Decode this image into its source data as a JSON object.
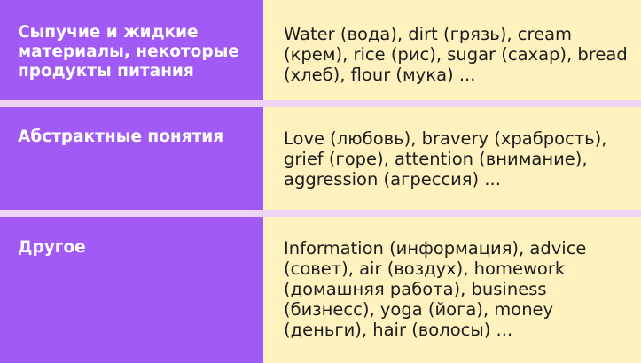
{
  "rows": [
    {
      "category": "Сыпучие и жидкие материалы, некоторые продукты питания",
      "examples": "Water (вода), dirt (грязь), cream (крем), rice (рис), sugar (сахар), bread (хлеб), flour (мука) ..."
    },
    {
      "category": "Абстрактные понятия",
      "examples": "Love (любовь), bravery (храбрость), grief (горе), attention (внимание), aggression (агрессия) ..."
    },
    {
      "category": "Другое",
      "examples": "Information (информация), advice (совет), air (воздух), homework (домашняя работа), business (бизнесс), yoga (йога), money (деньги), hair (волосы) ..."
    }
  ],
  "colors": {
    "category_bg": "#a25af6",
    "examples_bg": "#fff2bf",
    "divider": "#efd3f5"
  }
}
